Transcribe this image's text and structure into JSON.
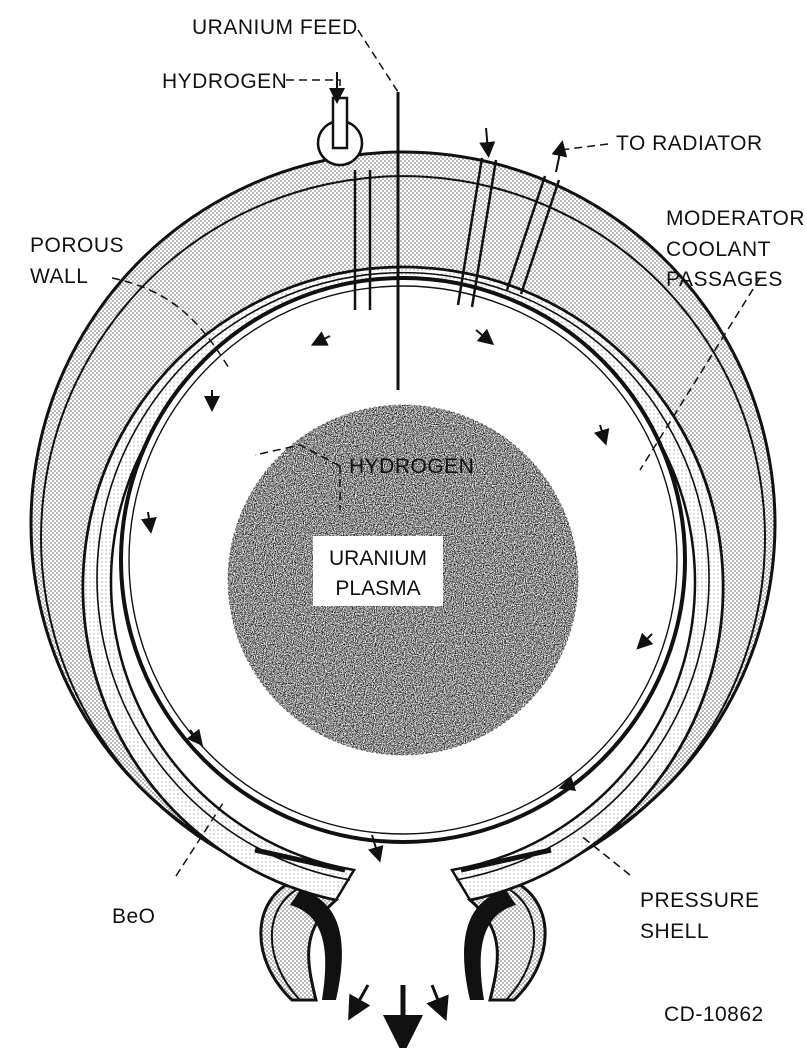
{
  "labels": {
    "uranium_feed": "URANIUM FEED",
    "hydrogen_inlet": "HYDROGEN",
    "to_radiator": "TO RADIATOR",
    "moderator_line1": "MODERATOR",
    "moderator_line2": "COOLANT",
    "moderator_line3": "PASSAGES",
    "porous_line1": "POROUS",
    "porous_line2": "WALL",
    "plasma_line1": "URANIUM",
    "plasma_line2": "PLASMA",
    "hydrogen_lower": "HYDROGEN",
    "beo": "BeO",
    "pressure_line1": "PRESSURE",
    "pressure_line2": "SHELL",
    "figure_id": "CD-10862"
  },
  "colors": {
    "ink": "#111111",
    "shading": "#9a9a9a",
    "plasma": "#5a5a5a",
    "background": "#ffffff"
  }
}
